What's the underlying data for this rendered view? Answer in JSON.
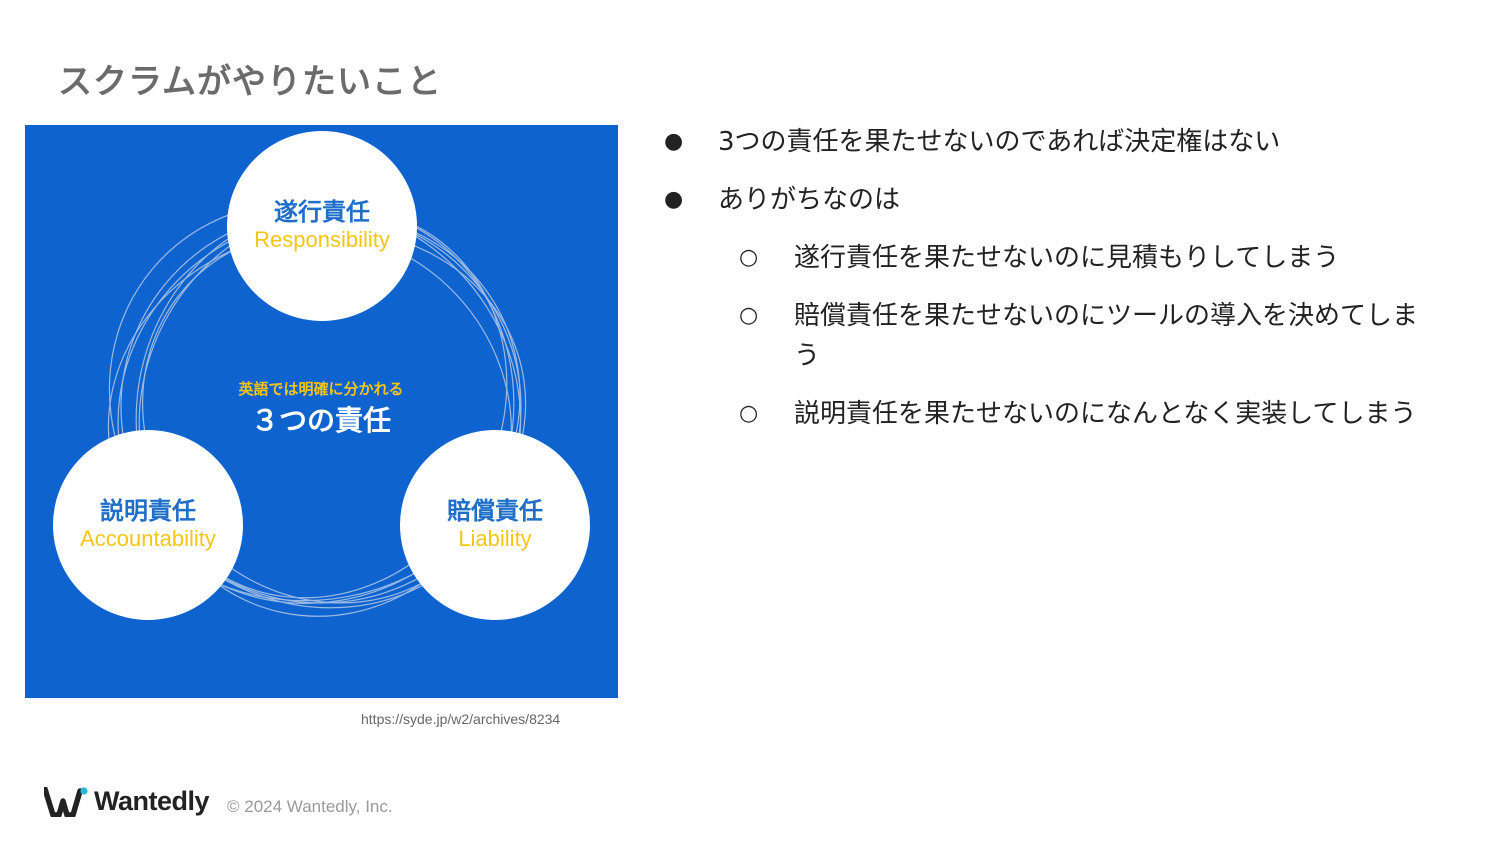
{
  "slide": {
    "title": "スクラムがやりたいこと",
    "source_url": "https://syde.jp/w2/archives/8234"
  },
  "diagram": {
    "background_color": "#0e63cf",
    "center_caption": "英語では明確に分かれる",
    "center_title": "３つの責任",
    "nodes": [
      {
        "jp": "遂行責任",
        "en": "Responsibility"
      },
      {
        "jp": "説明責任",
        "en": "Accountability"
      },
      {
        "jp": "賠償責任",
        "en": "Liability"
      }
    ]
  },
  "bullets": [
    {
      "level": 1,
      "marker": "●",
      "text": "3つの責任を果たせないのであれば決定権はない"
    },
    {
      "level": 1,
      "marker": "●",
      "text": "ありがちなのは"
    },
    {
      "level": 2,
      "marker": "○",
      "text": "遂行責任を果たせないのに見積もりしてしまう"
    },
    {
      "level": 2,
      "marker": "○",
      "text": "賠償責任を果たせないのにツールの導入を決めてしまう"
    },
    {
      "level": 2,
      "marker": "○",
      "text": "説明責任を果たせないのになんとなく実装してしまう"
    }
  ],
  "footer": {
    "brand": "Wantedly",
    "copyright": "© 2024 Wantedly, Inc."
  },
  "colors": {
    "title": "#6b6b6b",
    "node_jp": "#1f6fc9",
    "node_en": "#f5c518",
    "caption": "#f5c518",
    "accent_dot": "#21bdd8"
  }
}
